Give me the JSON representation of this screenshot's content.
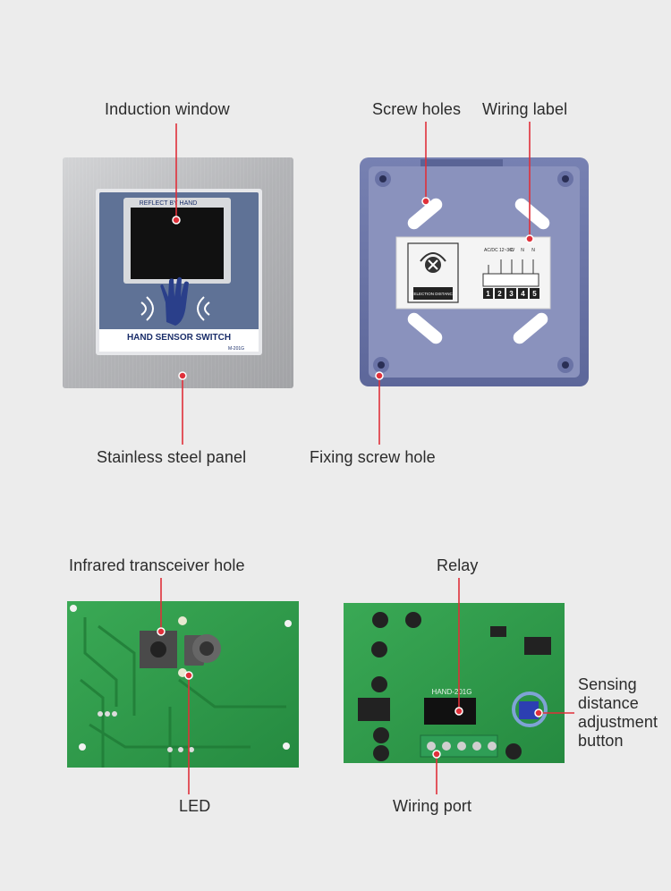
{
  "colors": {
    "background": "#ececec",
    "callout_line": "#e0303a",
    "label_text": "#2b2b2b",
    "pcb_green": "#2f9a4a",
    "housing_blue": "#6b76a8",
    "panel_steel": "#b9babc"
  },
  "callouts": {
    "induction_window": "Induction window",
    "screw_holes": "Screw holes",
    "wiring_label": "Wiring label",
    "stainless_steel_panel": "Stainless steel panel",
    "fixing_screw_hole": "Fixing screw hole",
    "infrared_transceiver_hole": "Infrared transceiver hole",
    "relay": "Relay",
    "sensing_distance_button": "Sensing distance adjustment button",
    "led": "LED",
    "wiring_port": "Wiring port"
  },
  "panel": {
    "top_text": "REFLECT BY HAND",
    "bottom_text": "HAND SENSOR SWITCH",
    "model_text": "M-201G"
  },
  "wiring_label": {
    "voltage": "AC/DC 12~36V",
    "distance_caption": "RELECTION DISTANCE",
    "terminals": [
      "1",
      "2",
      "3",
      "4",
      "5"
    ],
    "contacts": [
      "C",
      "N",
      "N"
    ]
  },
  "pcb": {
    "board_text": "HAND-201G"
  }
}
